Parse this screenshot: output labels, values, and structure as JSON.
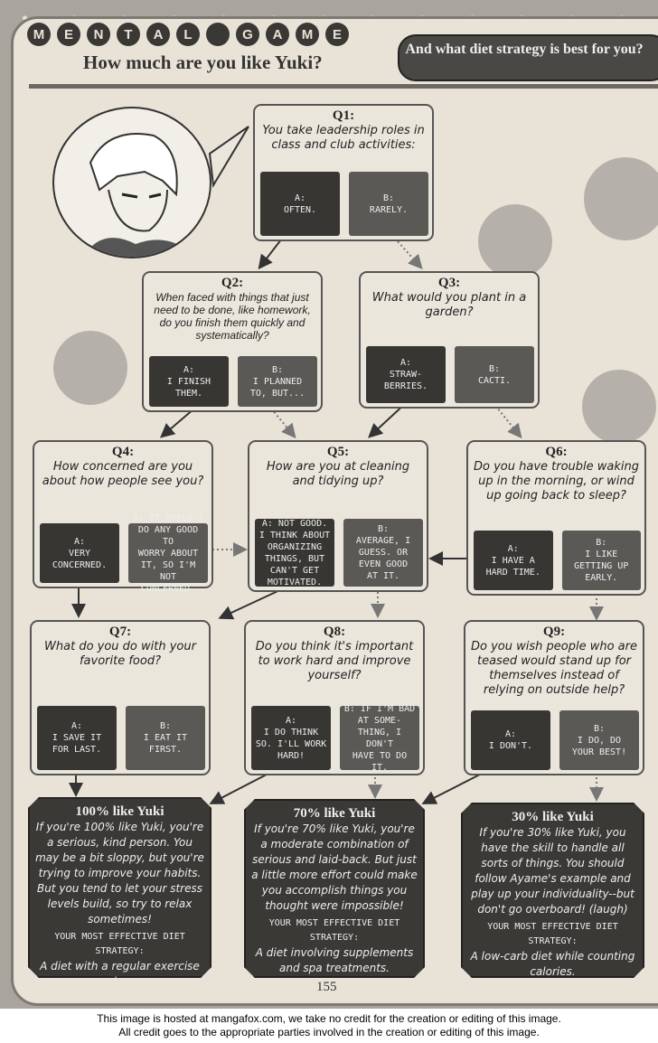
{
  "header": {
    "letters": [
      "M",
      "E",
      "N",
      "T",
      "A",
      "L",
      "",
      "G",
      "A",
      "M",
      "E"
    ],
    "title": "How much are you like Yuki?",
    "subtitle": "And what diet strategy is best for you?"
  },
  "questions": [
    {
      "id": "Q1:",
      "text": "You take leadership roles in class and club activities:",
      "a": "A:\nOFTEN.",
      "b": "B:\nRARELY."
    },
    {
      "id": "Q2:",
      "text": "When faced with things that just need to be done, like homework, do you finish them quickly and systematically?",
      "a": "A:\nI FINISH\nTHEM.",
      "b": "B:\nI PLANNED\nTO, BUT..."
    },
    {
      "id": "Q3:",
      "text": "What would you plant in a garden?",
      "a": "A:\nSTRAW-\nBERRIES.",
      "b": "B:\nCACTI."
    },
    {
      "id": "Q4:",
      "text": "How concerned are you about how people see you?",
      "a": "A:\nVERY\nCONCERNED.",
      "b": "B: IT DOESN'T\nDO ANY GOOD TO\nWORRY ABOUT\nIT, SO I'M NOT\nCONCERNED."
    },
    {
      "id": "Q5:",
      "text": "How are you at cleaning and tidying up?",
      "a": "A: NOT GOOD.\nI THINK ABOUT\nORGANIZING\nTHINGS, BUT\nCAN'T GET\nMOTIVATED.",
      "b": "B:\nAVERAGE, I\nGUESS. OR\nEVEN GOOD\nAT IT."
    },
    {
      "id": "Q6:",
      "text": "Do you have trouble waking up in the morning, or wind up going back to sleep?",
      "a": "A:\nI HAVE A\nHARD TIME.",
      "b": "B:\nI LIKE\nGETTING UP\nEARLY."
    },
    {
      "id": "Q7:",
      "text": "What do you do with your favorite food?",
      "a": "A:\nI SAVE IT\nFOR LAST.",
      "b": "B:\nI EAT IT\nFIRST."
    },
    {
      "id": "Q8:",
      "text": "Do you think it's important to work hard and improve yourself?",
      "a": "A:\nI DO THINK\nSO. I'LL WORK\nHARD!",
      "b": "B: IF I'M BAD\nAT SOME-\nTHING, I DON'T\nHAVE TO DO IT."
    },
    {
      "id": "Q9:",
      "text": "Do you wish people who are teased would stand up for themselves instead of relying on outside help?",
      "a": "A:\nI DON'T.",
      "b": "B:\nI DO, DO\nYOUR BEST!"
    }
  ],
  "results": [
    {
      "title": "100% like Yuki",
      "body": "If you're 100% like Yuki, you're a serious, kind person. You may be a bit sloppy, but you're trying to improve your habits. But you tend to let your stress levels build, so try to relax sometimes!",
      "strategy_label": "YOUR MOST EFFECTIVE DIET STRATEGY:",
      "strategy": "A diet with a regular exercise regimen."
    },
    {
      "title": "70% like Yuki",
      "body": "If you're 70% like Yuki, you're a moderate combination of serious and laid-back. But just a little more effort could make you accomplish things you thought were impossible!",
      "strategy_label": "YOUR MOST EFFECTIVE DIET STRATEGY:",
      "strategy": "A diet involving supplements and spa treatments."
    },
    {
      "title": "30% like Yuki",
      "body": "If you're 30% like Yuki, you have the skill to handle all sorts of things. You should follow Ayame's example and play up your individuality--but don't go overboard! (laugh)",
      "strategy_label": "YOUR MOST EFFECTIVE DIET STRATEGY:",
      "strategy": "A low-carb diet while counting calories."
    }
  ],
  "page_number": "155",
  "caption": [
    "This image is hosted at mangafox.com, we take no credit for the creation or editing of this image.",
    "All credit goes to the appropriate parties involved in the creation or editing of this image."
  ]
}
